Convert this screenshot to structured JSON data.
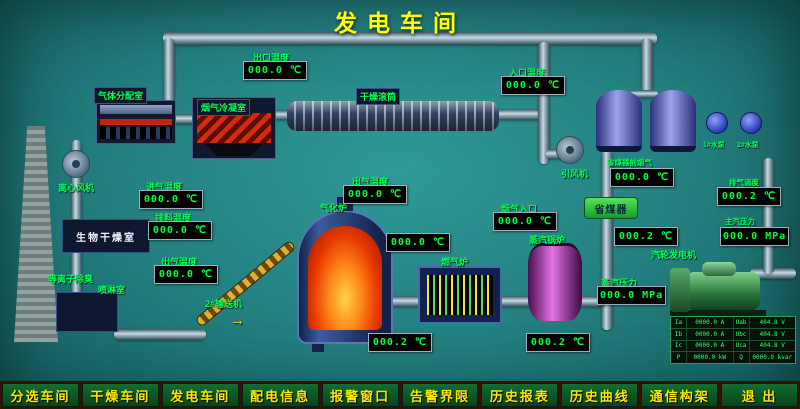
{
  "title": "发电车间",
  "colors": {
    "background": "#237f7f",
    "title": "#ffff00",
    "label_green": "#00ff55",
    "display_text": "#00ff3c",
    "display_bg": "#000000",
    "menu_button_bg": "#0b5a26",
    "menu_text": "#ffe400",
    "menu_bar_bg": "#3a0e06"
  },
  "labels": {
    "outlet_temp": "出口温度",
    "inlet_temp": "入口温度",
    "gas_distribution_room": "气体分配室",
    "flue_gas_condenser": "烟气冷凝室",
    "drying_drum": "干燥滚筒",
    "centrifugal_fan": "离心风机",
    "intake_temp": "进气温度",
    "discharge_temp": "排料温度",
    "outgas_temp_left": "出气温度",
    "bio_drying_room": "生物干燥室",
    "plasma_deodorizer": "等离子除臭",
    "spray_room": "喷淋室",
    "outgas_temp_center": "出气温度",
    "gasifier": "气化炉",
    "gas_furnace": "燃气炉",
    "conveyor_2": "2#输送机",
    "flue_gas_inlet": "烟气入口",
    "steam_boiler": "蒸汽锅炉",
    "economizer": "省煤器",
    "induced_draft_fan": "引风机",
    "eco_front_flue": "省煤器前烟气",
    "steam_pressure": "蒸汽压力",
    "turbine_generator": "汽轮发电机",
    "pump_1": "1#水泵",
    "pump_2": "2#水泵",
    "exhaust_temp": "排气温度",
    "main_steam_pressure": "主汽压力"
  },
  "displays": {
    "outlet_temp": "000.0 ℃",
    "inlet_temp": "000.0 ℃",
    "intake_temp": "000.0 ℃",
    "discharge_temp": "000.0 ℃",
    "outgas_left": "000.0 ℃",
    "outgas_center": "000.0 ℃",
    "gasifier_right": "000.0 ℃",
    "furnace_bottom": "000.2 ℃",
    "flue_inlet": "000.0 ℃",
    "boiler_bottom": "000.2 ℃",
    "eco_front": "000.0 ℃",
    "eco_rear": "000.2 ℃",
    "steam_pressure": "000.0 MPa",
    "exhaust_temp": "000.2 ℃",
    "main_steam_pressure": "000.0 MPa"
  },
  "icons": {
    "flow_arrow": "→"
  },
  "generator_panel": {
    "rows": [
      [
        "Ia",
        "0000.0 A",
        "Uab",
        "404.8 V"
      ],
      [
        "Ib",
        "0000.0 A",
        "Ubc",
        "404.8 V"
      ],
      [
        "Ic",
        "0000.0 A",
        "Uca",
        "404.8 V"
      ],
      [
        "P",
        "0000.0 kW",
        "Q",
        "0000.0 kvar"
      ]
    ]
  },
  "menu": {
    "items": [
      "分选车间",
      "干燥车间",
      "发电车间",
      "配电信息",
      "报警窗口",
      "告警界限",
      "历史报表",
      "历史曲线",
      "通信构架",
      "退 出"
    ]
  }
}
